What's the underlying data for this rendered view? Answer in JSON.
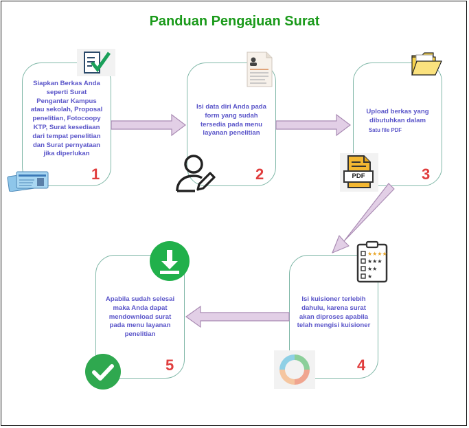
{
  "title": "Panduan Pengajuan Surat",
  "steps": [
    {
      "number": "1",
      "text": "Siapkan Berkas Anda seperti Surat Pengantar Kampus atau sekolah, Proposal penelitian, Fotocoopy KTP, Surat kesediaan dari tempat penelitian dan Surat pernyataan jika diperlukan"
    },
    {
      "number": "2",
      "text": "Isi data diri Anda pada form yang sudah tersedia pada menu layanan penelitian"
    },
    {
      "number": "3",
      "text": "Upload berkas yang dibutuhkan dalam",
      "note": "Satu file PDF",
      "pdf_label": "PDF"
    },
    {
      "number": "4",
      "text": "Isi kuisioner terlebih dahulu, karena surat akan diproses apabila telah mengisi kuisioner"
    },
    {
      "number": "5",
      "text": "Apabila sudah selesai maka Anda dapat mendownload surat pada menu layanan penelitian"
    }
  ],
  "colors": {
    "title": "#1a9a1a",
    "text": "#5a55c9",
    "number": "#e03d3d",
    "card_border": "#7fb7a7",
    "arrow_fill": "#e2cfe6",
    "arrow_stroke": "#a98bb3"
  }
}
